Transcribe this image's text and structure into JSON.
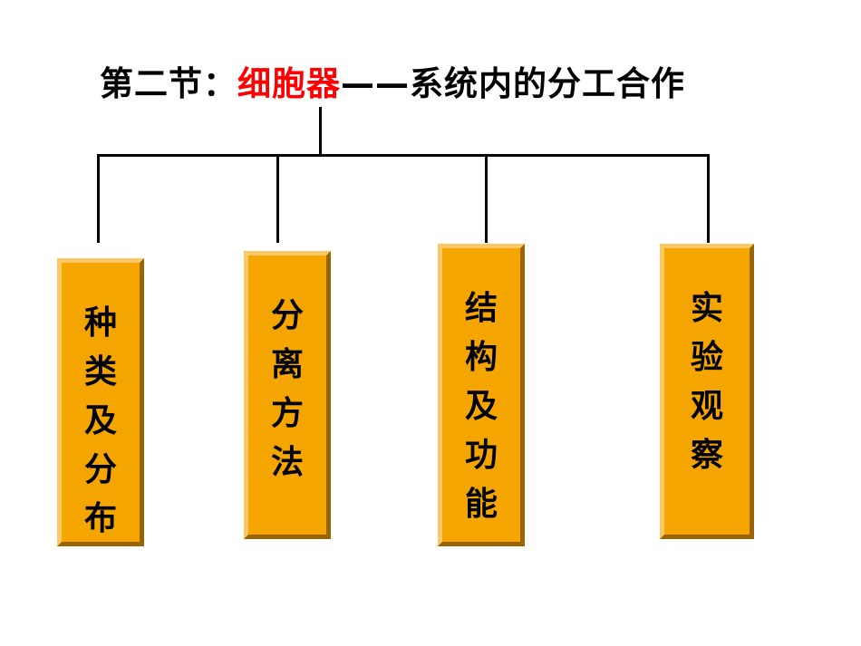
{
  "title": {
    "prefix": "第二节：",
    "highlight": "细胞器",
    "suffix": "——系统内的分工合作",
    "highlight_color": "#ff0000"
  },
  "boxes": [
    {
      "label": "种类及分布"
    },
    {
      "label": "分离方法"
    },
    {
      "label": "结构及功能"
    },
    {
      "label": "实验观察"
    }
  ],
  "colors": {
    "box_fill": "#f5a500",
    "line": "#000000"
  }
}
